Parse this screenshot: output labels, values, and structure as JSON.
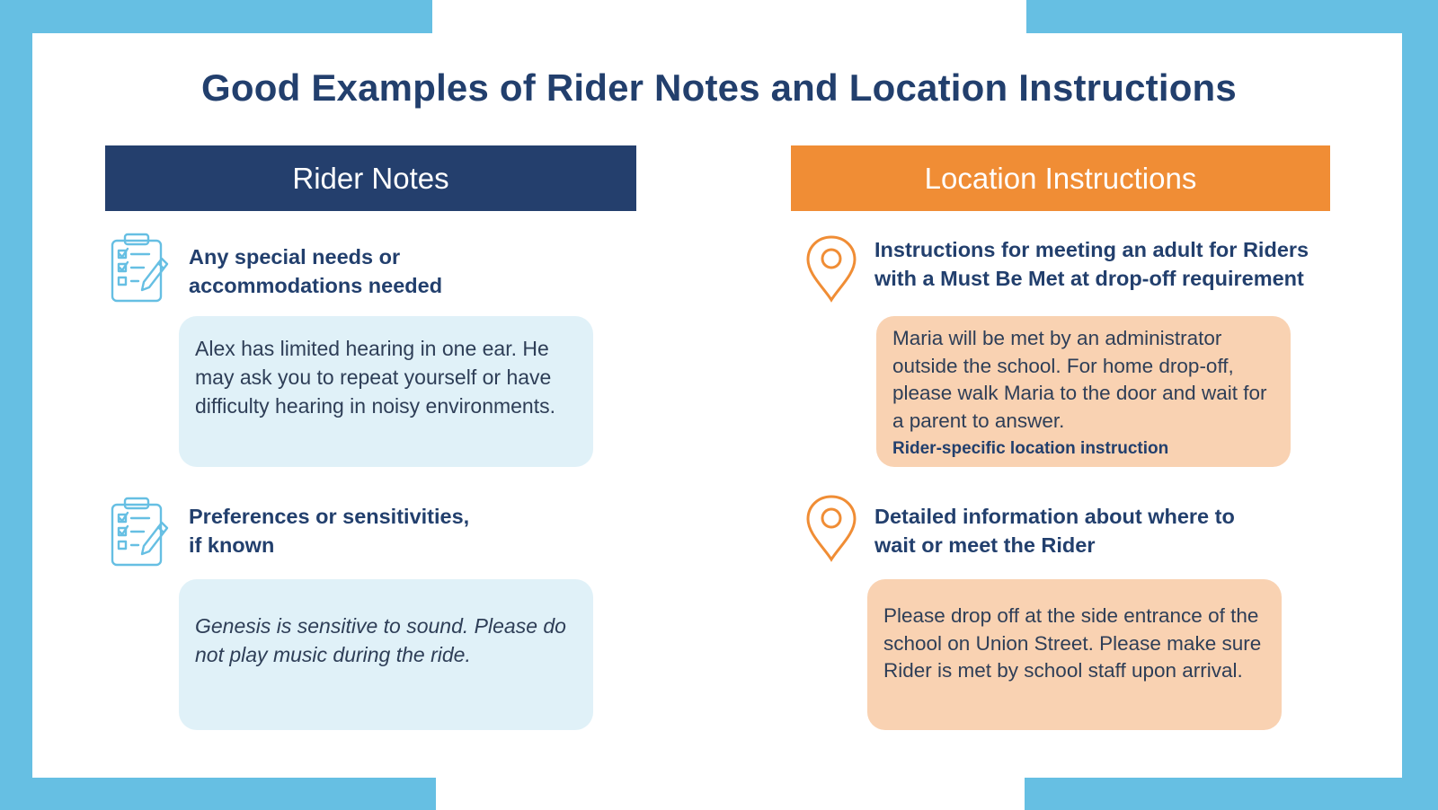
{
  "title": "Good Examples of Rider Notes and Location Instructions",
  "colors": {
    "frame": "#66bfe3",
    "navy": "#243f6d",
    "orange": "#f08d35",
    "card_blue": "#e0f1f8",
    "card_orange": "#f9d2b2"
  },
  "rider_notes": {
    "header": "Rider Notes",
    "sections": [
      {
        "icon": "clipboard-checklist-icon",
        "heading_line1": "Any special needs or",
        "heading_line2": "accommodations needed",
        "example": "Alex has limited hearing in one ear. He may ask you to repeat yourself or have difficulty hearing in noisy environments."
      },
      {
        "icon": "clipboard-checklist-icon",
        "heading_line1": "Preferences or sensitivities,",
        "heading_line2": "if known",
        "example": "Genesis is sensitive to sound. Please do not play music during the ride."
      }
    ]
  },
  "location_instructions": {
    "header": "Location Instructions",
    "sections": [
      {
        "icon": "location-pin-icon",
        "heading_line1": "Instructions for meeting an adult for Riders",
        "heading_line2": "with a Must Be Met at drop-off requirement",
        "example": "Maria will be met by an administrator outside the school. For home drop-off, please walk Maria to the door and wait for a parent to answer.",
        "tag": "Rider-specific location instruction"
      },
      {
        "icon": "location-pin-icon",
        "heading_line1": "Detailed information about where to",
        "heading_line2": "wait or meet the Rider",
        "example": "Please drop off at the side entrance of the school on Union Street. Please make sure Rider is met by school staff upon arrival."
      }
    ]
  }
}
